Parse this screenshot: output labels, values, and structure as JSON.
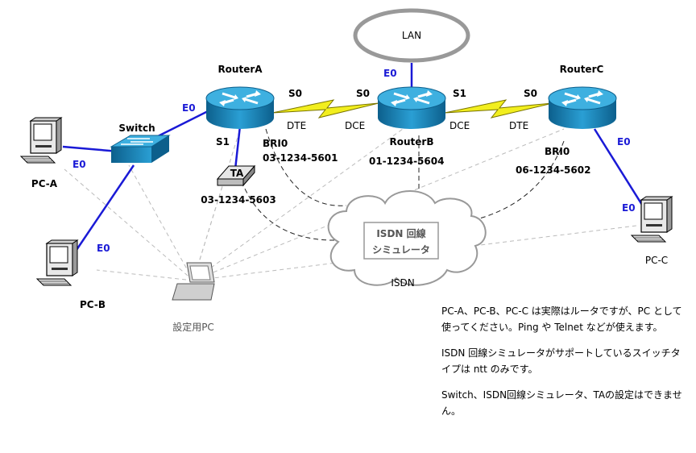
{
  "nodes": {
    "router_a": {
      "name": "RouterA"
    },
    "router_b": {
      "name": "RouterB"
    },
    "router_c": {
      "name": "RouterC"
    },
    "switch": {
      "name": "Switch"
    },
    "ta": {
      "name": "TA",
      "number": "03-1234-5603"
    },
    "pc_a": {
      "name": "PC-A"
    },
    "pc_b": {
      "name": "PC-B"
    },
    "pc_c": {
      "name": "PC-C"
    },
    "setup_pc": {
      "name": "設定用PC"
    },
    "lan": {
      "name": "LAN"
    },
    "isdn_cloud": {
      "name": "ISDN",
      "simulator_line1": "ISDN 回線",
      "simulator_line2": "シミュレータ"
    }
  },
  "interfaces": {
    "ra_e0": "E0",
    "ra_s0": "S0",
    "ra_s1": "S1",
    "ra_bri0": "BRI0",
    "ra_bri0_number": "03-1234-5601",
    "rb_e0": "E0",
    "rb_s0": "S0",
    "rb_s1": "S1",
    "rb_number": "01-1234-5604",
    "rc_s0": "S0",
    "rc_e0": "E0",
    "rc_bri0": "BRI0",
    "rc_bri0_number": "06-1234-5602",
    "pc_a_e0": "E0",
    "pc_b_e0": "E0",
    "pc_c_e0": "E0",
    "serial1_dte": "DTE",
    "serial1_dce": "DCE",
    "serial2_dce": "DCE",
    "serial2_dte": "DTE"
  },
  "notes": [
    "PC-A、PC-B、PC-C は実際はルータですが、PC として使ってください。Ping や Telnet などが使えます。",
    "ISDN 回線シミュレータがサポートしているスイッチタイプは ntt のみです。",
    "Switch、ISDN回線シミュレータ、TAの設定はできません。"
  ],
  "colors": {
    "router_body": "#1f8fc4",
    "router_top": "#33a8d8",
    "ethernet_link": "#1a1ad6",
    "serial_bolt": "#f2ee1e",
    "console_line": "#bbbbbb"
  }
}
